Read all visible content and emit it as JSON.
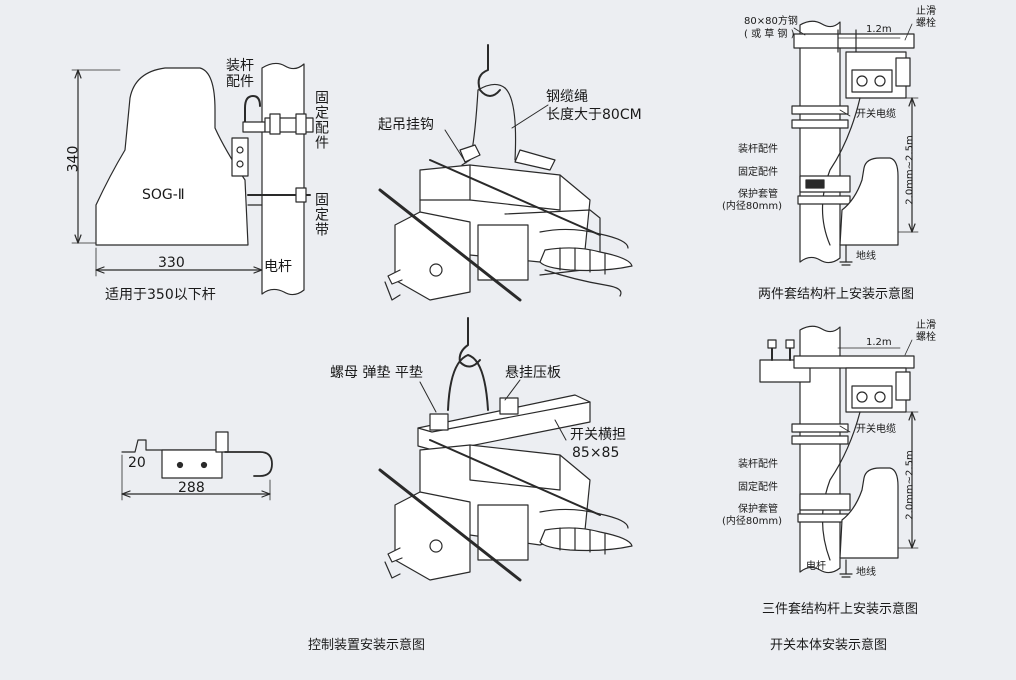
{
  "seat": {
    "height_label": "340",
    "width_label": "330",
    "model": "SOG-Ⅱ",
    "note": "适用于350以下杆",
    "pole_label": "电杆",
    "pole_fitting": "装杆配件",
    "fixing_fitting": "固定配件",
    "fixing_band": "固定带"
  },
  "bracket": {
    "dim_small": "20",
    "dim_length": "288"
  },
  "lifting": {
    "hook": "起吊挂钩",
    "cable": "钢缆绳",
    "cable_length": "长度大于80CM"
  },
  "crossarm": {
    "nut_washers": "螺母 弹垫 平垫",
    "hang_plate": "悬挂压板",
    "arm": "开关横担",
    "arm_size": "85×85"
  },
  "two_piece": {
    "steel": "80×80方钢",
    "steel_alt": "( 或 草 钢 )",
    "distance": "1.2m",
    "anti_slip": "止滑螺栓",
    "switch_cable": "开关电缆",
    "pole_fitting": "装杆配件",
    "fixing_fitting": "固定配件",
    "sleeve": "保护套管",
    "sleeve_dia": "(内径80mm)",
    "height_range": "2.0mm~2.5m",
    "ground": "地线",
    "caption": "两件套结构杆上安装示意图"
  },
  "three_piece": {
    "distance": "1.2m",
    "anti_slip": "止滑螺栓",
    "switch_cable": "开关电缆",
    "pole_fitting": "装杆配件",
    "fixing_fitting": "固定配件",
    "sleeve": "保护套管",
    "sleeve_dia": "(内径80mm)",
    "height_range": "2.0mm~2.5m",
    "pole_label": "电杆",
    "ground": "地线",
    "caption": "三件套结构杆上安装示意图"
  },
  "captions": {
    "control": "控制装置安装示意图",
    "switch_body": "开关本体安装示意图"
  }
}
